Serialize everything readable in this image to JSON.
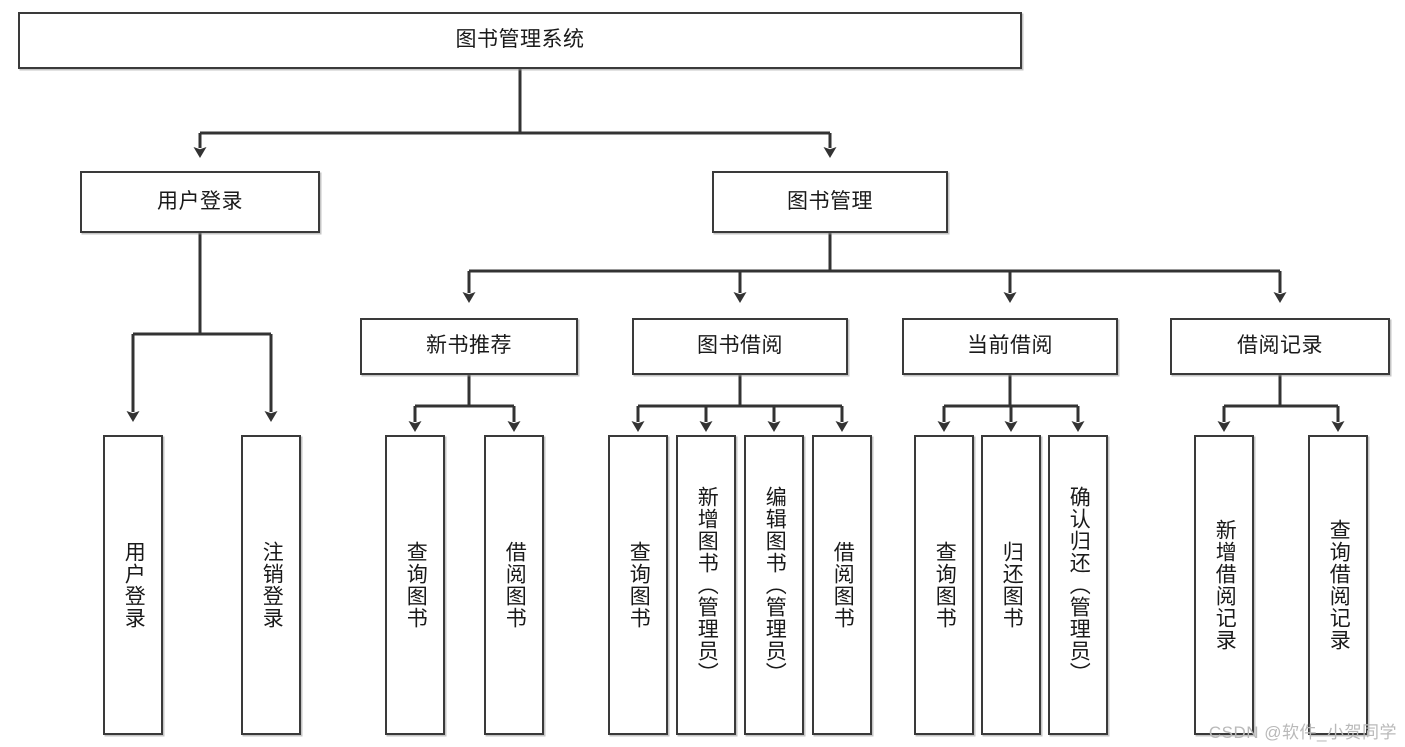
{
  "diagram": {
    "type": "tree",
    "title": "图书管理系统",
    "watermark": "CSDN @软件_小贺同学",
    "colors": {
      "box_border": "#3a3a3a",
      "box_fill": "#ffffff",
      "edge": "#333333",
      "text": "#1a1a1a",
      "watermark": "#b9b9b9"
    },
    "nodes": {
      "root": {
        "label": "图书管理系统"
      },
      "level2": [
        {
          "id": "user-login",
          "label": "用户登录"
        },
        {
          "id": "book-manage",
          "label": "图书管理"
        }
      ],
      "level3": [
        {
          "id": "new-book-recommend",
          "label": "新书推荐"
        },
        {
          "id": "book-borrow",
          "label": "图书借阅"
        },
        {
          "id": "current-borrow",
          "label": "当前借阅"
        },
        {
          "id": "borrow-record",
          "label": "借阅记录"
        }
      ],
      "leaves": {
        "user-login": [
          {
            "id": "leaf-user-login",
            "label": "用户登录"
          },
          {
            "id": "leaf-logout-login",
            "label": "注销登录"
          }
        ],
        "new-book-recommend": [
          {
            "id": "leaf-query-book-1",
            "label": "查询图书"
          },
          {
            "id": "leaf-borrow-book-1",
            "label": "借阅图书"
          }
        ],
        "book-borrow": [
          {
            "id": "leaf-query-book-2",
            "label": "查询图书"
          },
          {
            "id": "leaf-add-book",
            "label": "新增图书（管理员）"
          },
          {
            "id": "leaf-edit-book",
            "label": "编辑图书（管理员）"
          },
          {
            "id": "leaf-borrow-book-2",
            "label": "借阅图书"
          }
        ],
        "current-borrow": [
          {
            "id": "leaf-query-book-3",
            "label": "查询图书"
          },
          {
            "id": "leaf-return-book",
            "label": "归还图书"
          },
          {
            "id": "leaf-confirm-return",
            "label": "确认归还（管理员）"
          }
        ],
        "borrow-record": [
          {
            "id": "leaf-add-record",
            "label": "新增借阅记录"
          },
          {
            "id": "leaf-query-record",
            "label": "查询借阅记录"
          }
        ]
      }
    }
  }
}
